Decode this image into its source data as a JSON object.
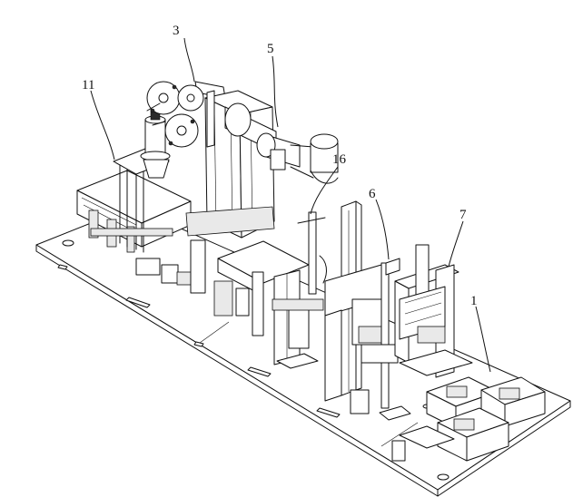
{
  "callouts": [
    {
      "id": "3",
      "label": "3"
    },
    {
      "id": "5",
      "label": "5"
    },
    {
      "id": "11",
      "label": "11"
    },
    {
      "id": "16",
      "label": "16"
    },
    {
      "id": "6",
      "label": "6"
    },
    {
      "id": "7",
      "label": "7"
    },
    {
      "id": "1",
      "label": "1"
    }
  ]
}
